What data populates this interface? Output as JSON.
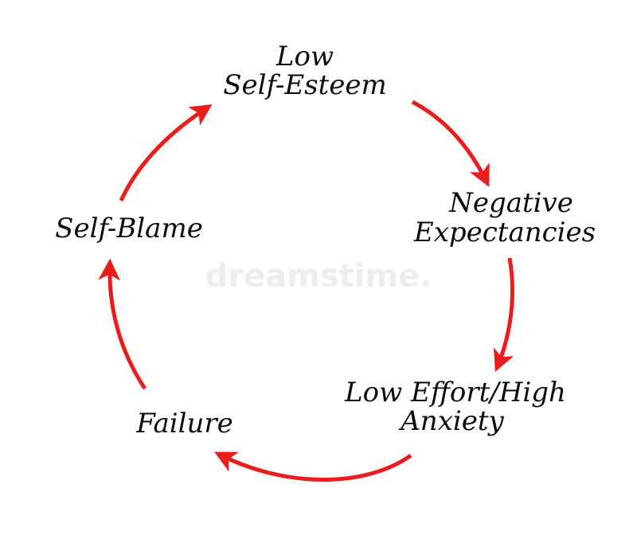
{
  "diagram": {
    "type": "cycle",
    "nodes": [
      {
        "id": "low-self-esteem",
        "lines": [
          "Low",
          "Self-Esteem"
        ]
      },
      {
        "id": "negative-expectancies",
        "lines": [
          "Negative",
          "Expectancies"
        ]
      },
      {
        "id": "low-effort-high-anxiety",
        "lines": [
          "Low Effort/High",
          "Anxiety"
        ]
      },
      {
        "id": "failure",
        "lines": [
          "Failure"
        ]
      },
      {
        "id": "self-blame",
        "lines": [
          "Self-Blame"
        ]
      }
    ],
    "arrows": [
      {
        "from": "low-self-esteem",
        "to": "negative-expectancies"
      },
      {
        "from": "negative-expectancies",
        "to": "low-effort-high-anxiety"
      },
      {
        "from": "low-effort-high-anxiety",
        "to": "failure"
      },
      {
        "from": "failure",
        "to": "self-blame"
      },
      {
        "from": "self-blame",
        "to": "low-self-esteem"
      }
    ],
    "arrow_color": "#ea1c1c",
    "text_color": "#0b0b0b"
  },
  "watermark": {
    "text": "dreamstime."
  }
}
